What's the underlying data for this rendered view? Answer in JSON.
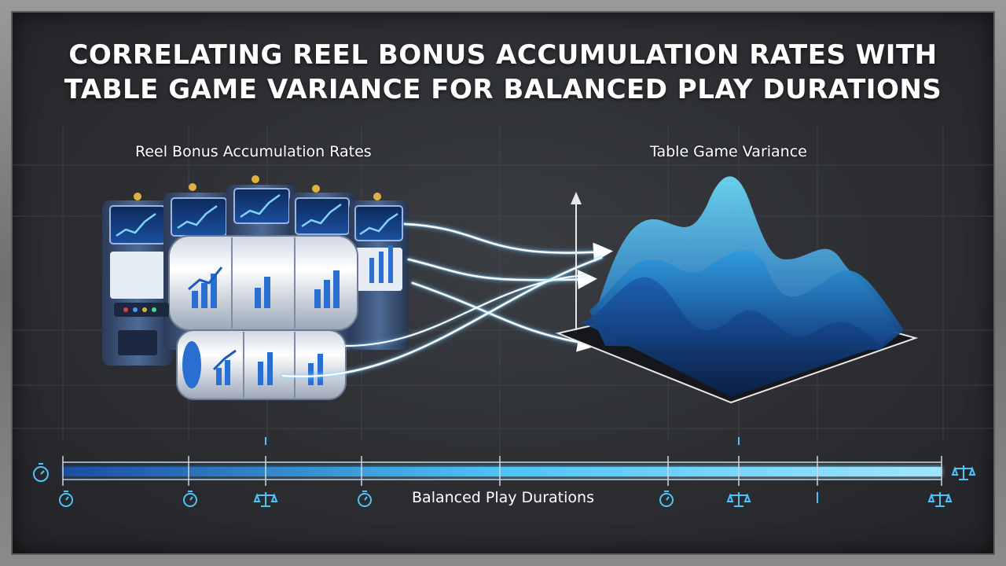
{
  "title_line1": "CORRELATING REEL BONUS ACCUMULATION RATES WITH",
  "title_line2": "TABLE GAME VARIANCE FOR BALANCED PLAY DURATIONS",
  "left_label": "Reel Bonus Accumulation Rates",
  "right_label": "Table Game Variance",
  "timeline_label": "Balanced Play Durations",
  "colors": {
    "accent": "#4fc3f7",
    "deep_blue": "#1a4fa0",
    "background": "#2c2e32"
  },
  "icons": [
    "stopwatch-icon",
    "balance-scale-icon",
    "slot-machine-icon",
    "bar-chart-icon"
  ],
  "timeline_markers": [
    "stopwatch-icon",
    "stopwatch-icon",
    "balance-scale-icon",
    "stopwatch-icon",
    "stopwatch-icon",
    "balance-scale-icon",
    "balance-scale-icon"
  ]
}
